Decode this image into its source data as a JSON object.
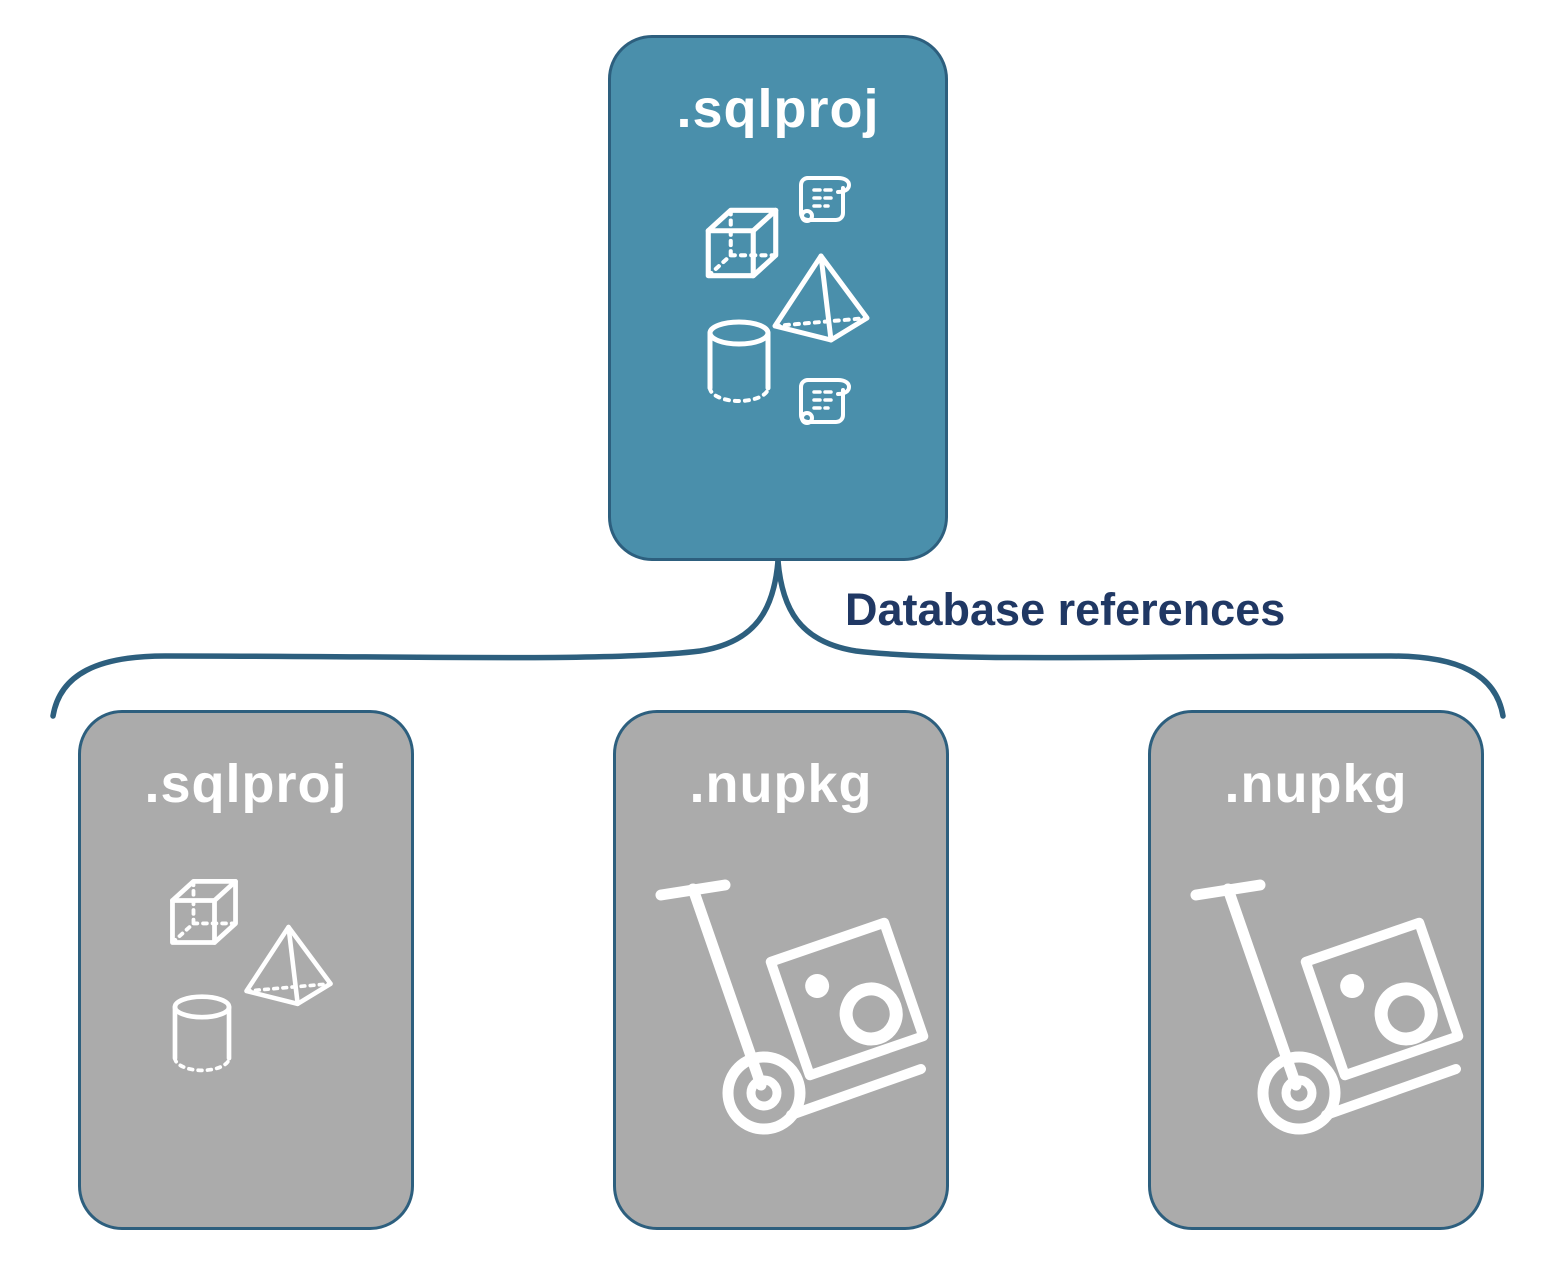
{
  "diagram": {
    "edge_label": "Database references",
    "root": {
      "title": ".sqlproj",
      "icons": [
        "cube-icon",
        "script-scroll-icon",
        "pyramid-icon",
        "database-cylinder-icon",
        "script-scroll-icon"
      ]
    },
    "children": [
      {
        "title": ".sqlproj",
        "icons": [
          "cube-icon",
          "pyramid-icon",
          "database-cylinder-icon"
        ]
      },
      {
        "title": ".nupkg",
        "icons": [
          "package-hand-truck-icon"
        ]
      },
      {
        "title": ".nupkg",
        "icons": [
          "package-hand-truck-icon"
        ]
      }
    ],
    "colors": {
      "background": "#ffffff",
      "root_fill": "#4a8fab",
      "child_fill": "#ababab",
      "outline": "#2d5f7e",
      "edge_label_color": "#203864",
      "icon_color": "#ffffff"
    }
  }
}
